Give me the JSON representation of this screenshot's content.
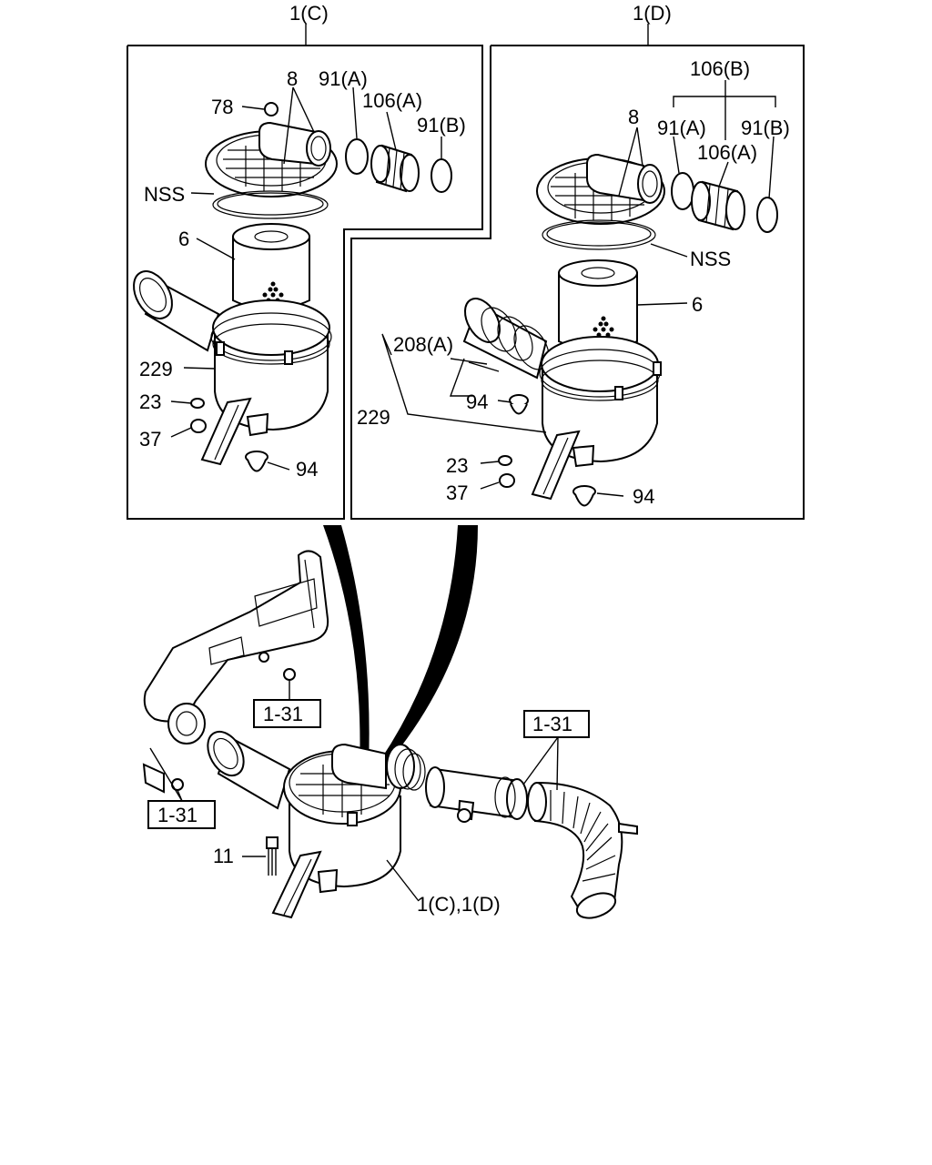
{
  "diagram": {
    "panels": {
      "left_title": "1(C)",
      "right_title": "1(D)"
    },
    "left_callouts": {
      "c78": "78",
      "c8": "8",
      "c91a": "91(A)",
      "c106a": "106(A)",
      "c91b": "91(B)",
      "nss": "NSS",
      "c6": "6",
      "c229": "229",
      "c23": "23",
      "c37": "37",
      "c94": "94"
    },
    "right_callouts": {
      "c106b": "106(B)",
      "c8": "8",
      "c91a": "91(A)",
      "c91b": "91(B)",
      "c106a": "106(A)",
      "nss": "NSS",
      "c6": "6",
      "c208a": "208(A)",
      "c94a": "94",
      "c229": "229",
      "c23": "23",
      "c37": "37",
      "c94b": "94"
    },
    "assembly_callouts": {
      "ref_top": "1-31",
      "ref_left": "1-31",
      "ref_right": "1-31",
      "c11": "11",
      "c1cd": "1(C),1(D)"
    }
  }
}
